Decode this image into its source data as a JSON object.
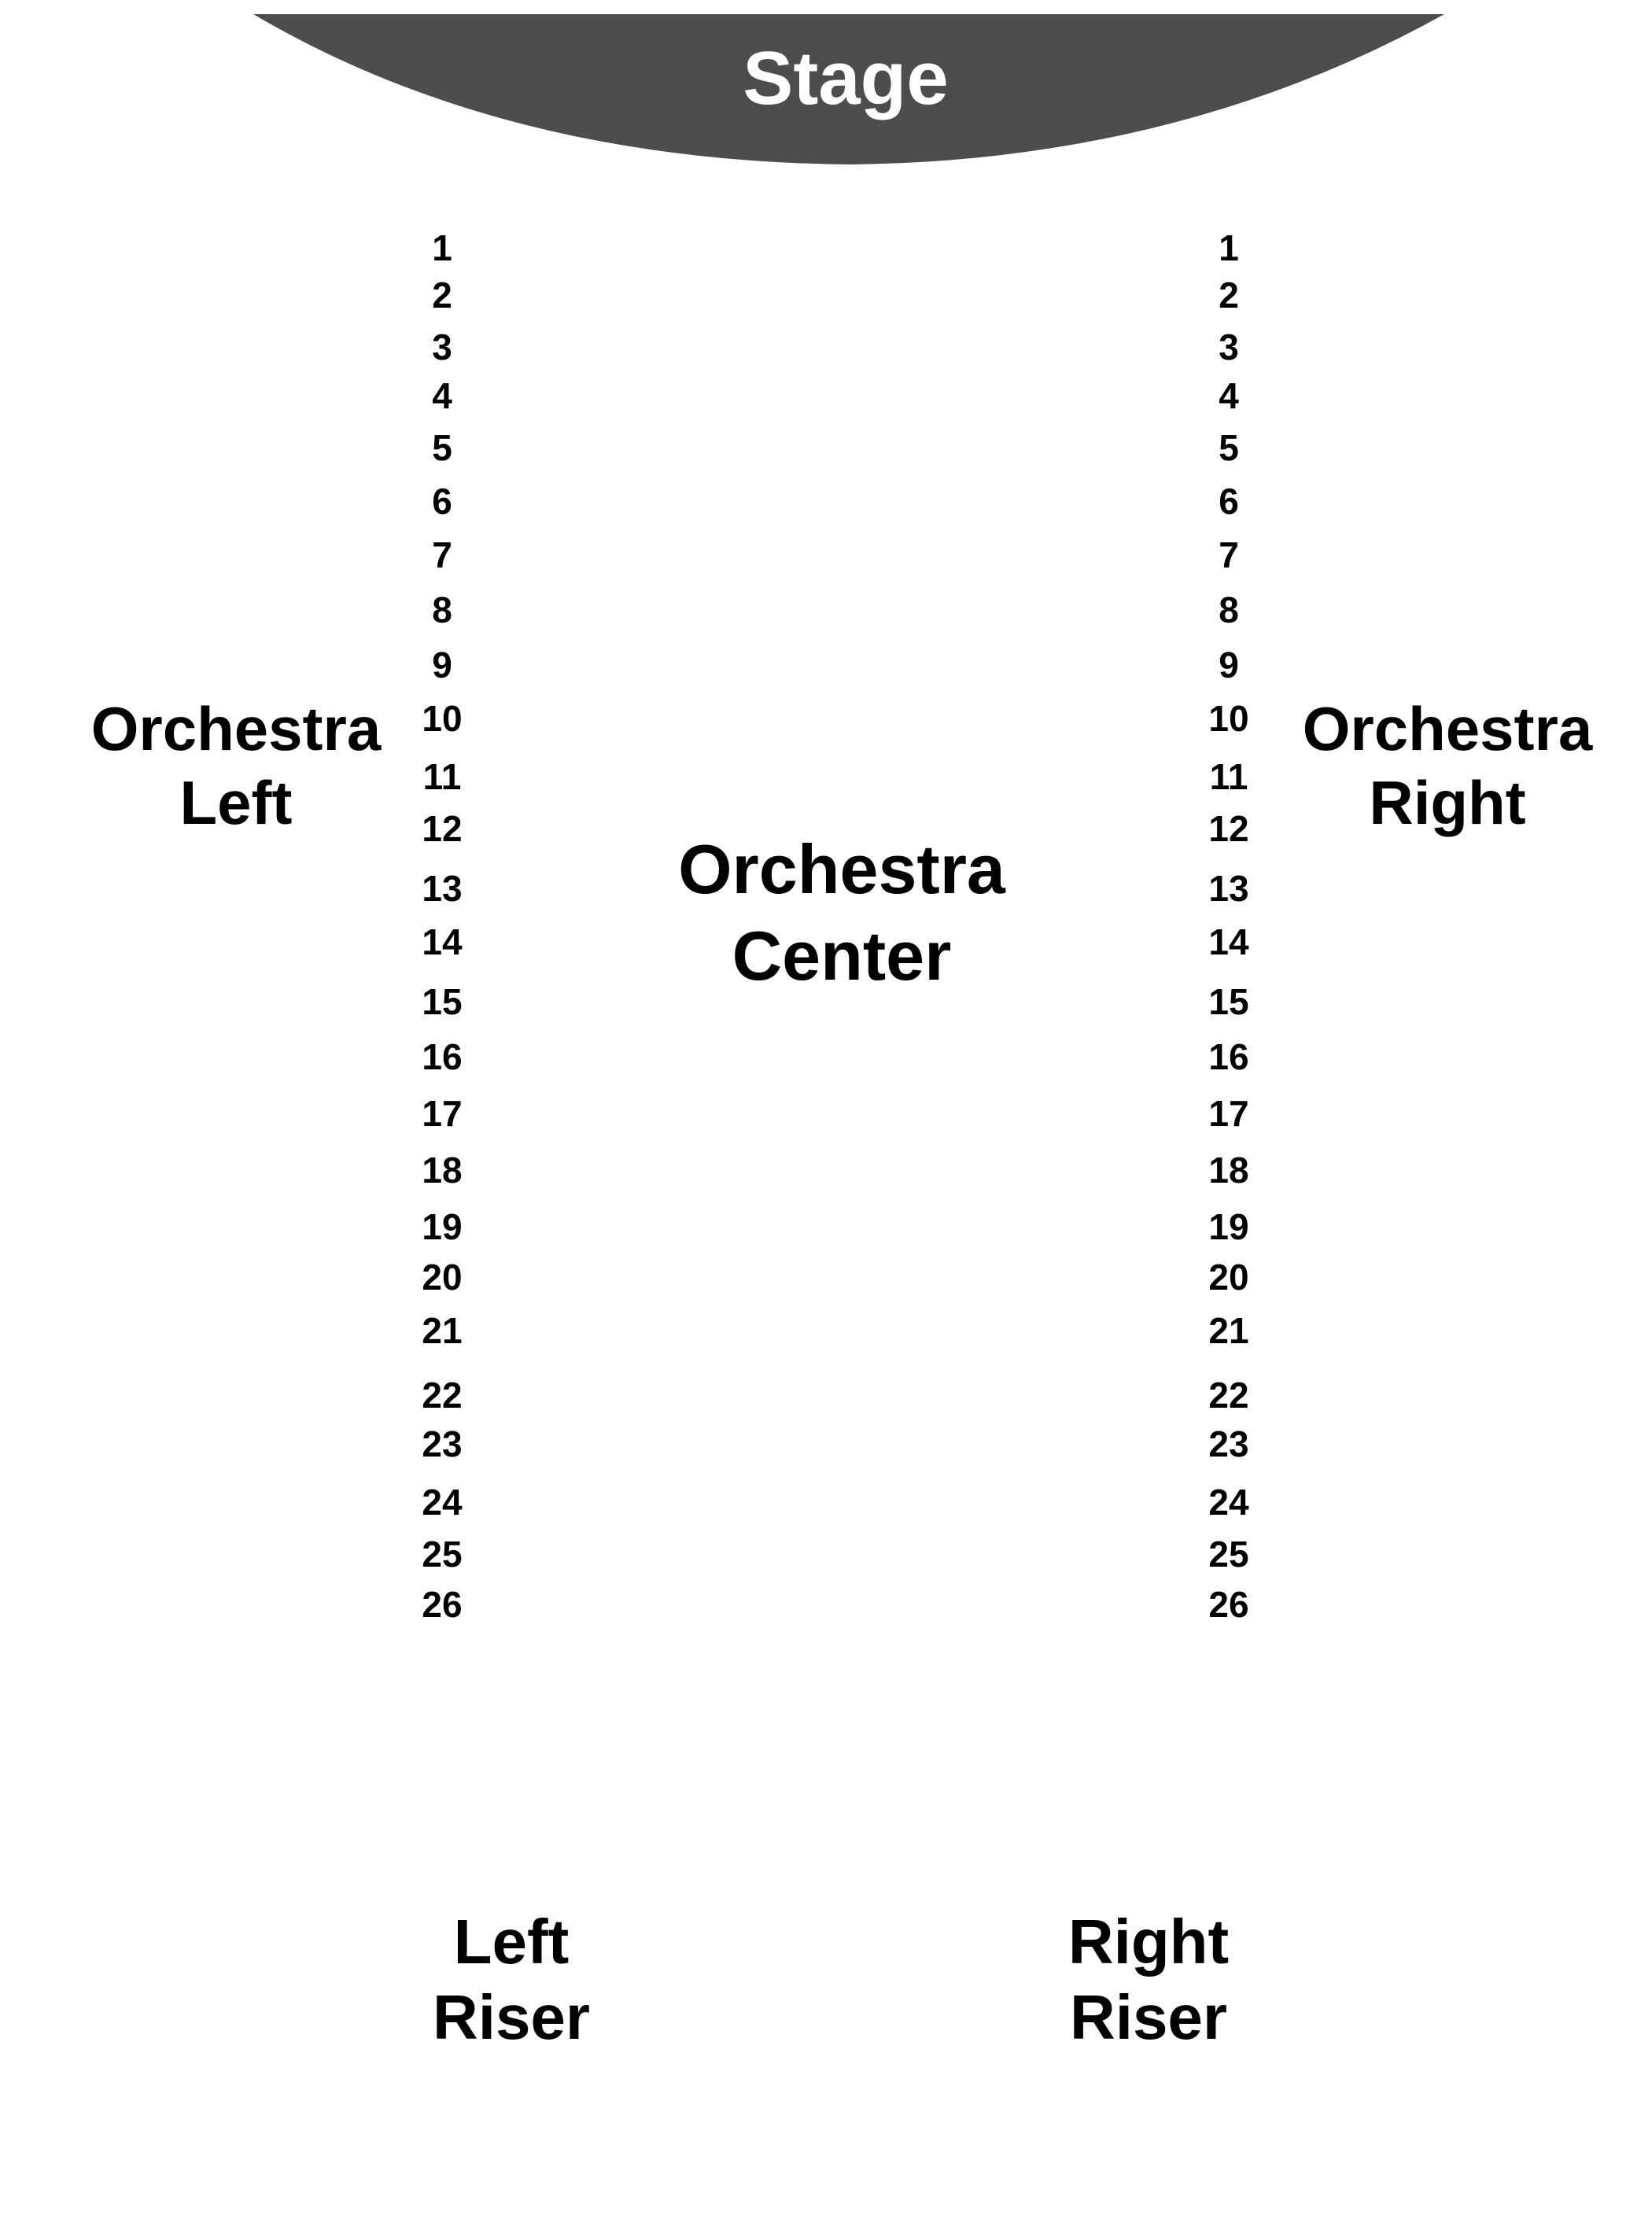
{
  "stage": {
    "label": "Stage",
    "color": "#4d4d4d",
    "text_color": "#ffffff"
  },
  "rows": {
    "left": [
      "1",
      "2",
      "3",
      "4",
      "5",
      "6",
      "7",
      "8",
      "9",
      "10",
      "11",
      "12",
      "13",
      "14",
      "15",
      "16",
      "17",
      "18",
      "19",
      "20",
      "21",
      "22",
      "23",
      "24",
      "25",
      "26"
    ],
    "right": [
      "1",
      "2",
      "3",
      "4",
      "5",
      "6",
      "7",
      "8",
      "9",
      "10",
      "11",
      "12",
      "13",
      "14",
      "15",
      "16",
      "17",
      "18",
      "19",
      "20",
      "21",
      "22",
      "23",
      "24",
      "25",
      "26"
    ]
  },
  "sections": {
    "orchestra_left": {
      "line1": "Orchestra",
      "line2": "Left"
    },
    "orchestra_center": {
      "line1": "Orchestra",
      "line2": "Center"
    },
    "orchestra_right": {
      "line1": "Orchestra",
      "line2": "Right"
    },
    "left_riser": {
      "line1": "Left",
      "line2": "Riser"
    },
    "right_riser": {
      "line1": "Right",
      "line2": "Riser"
    }
  }
}
